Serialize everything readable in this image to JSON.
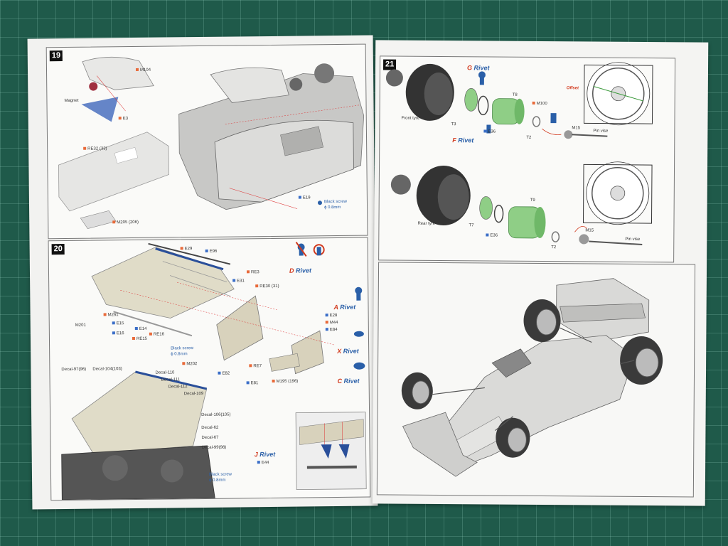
{
  "steps": {
    "s19": "19",
    "s20": "20",
    "s21": "21"
  },
  "step19": {
    "m104": "M104",
    "magnet": "Magnet",
    "e3": "E3",
    "re32": "RE32 (33)",
    "m205": "M205 (206)",
    "e19": "E19",
    "black_screw": "Black screw",
    "screw_size": "ϕ 0.8mm"
  },
  "step20": {
    "e29": "E29",
    "e96": "E96",
    "re3": "RE3",
    "e31": "E31",
    "re30": "RE30 (31)",
    "m261": "M261",
    "m201": "M201",
    "e15": "E15",
    "e16": "E16",
    "e14": "E14",
    "re15": "RE15",
    "re16": "RE16",
    "e28": "E28",
    "m44": "M44",
    "e84": "E84",
    "m202": "M202",
    "re7": "RE7",
    "e82": "E82",
    "e81": "E81",
    "m195": "M195 (196)",
    "black_screw": "Black screw",
    "screw_size": "ϕ 0.8mm",
    "rivets": {
      "d": "D",
      "a": "A",
      "x": "X",
      "c": "C",
      "j": "J",
      "word": "Rivet"
    },
    "decals": {
      "d97": "Decal-97(96)",
      "d104": "Decal-104(103)",
      "d110": "Decal-110",
      "d111": "Decal-111",
      "d112": "Decal-112",
      "d109": "Decal-109",
      "d106": "Decal-106(105)",
      "d62": "Decal-62",
      "d67": "Decal-67",
      "d99": "Decal-99(98)"
    },
    "e44": "E44"
  },
  "step21": {
    "g_rivet_letter": "G",
    "f_rivet_letter": "F",
    "rivet_word": "Rivet",
    "front_tyre": "Front tyre",
    "rear_tyre": "Rear tyre",
    "t3": "T3",
    "t8": "T8",
    "t7": "T7",
    "t9": "T9",
    "t2a": "T2",
    "t2b": "T2",
    "e36a": "E36",
    "e36b": "E36",
    "m100": "M100",
    "m15a": "M15",
    "m15b": "M15",
    "pin_vise": "Pin vise",
    "offset": "Offset"
  },
  "colors": {
    "mat_green": "#1f5a4a",
    "part_green": "#8fce86",
    "accent_red": "#d23a1e",
    "rivet_blue": "#2a5fa8",
    "decal_blue": "#2a4f9a"
  }
}
